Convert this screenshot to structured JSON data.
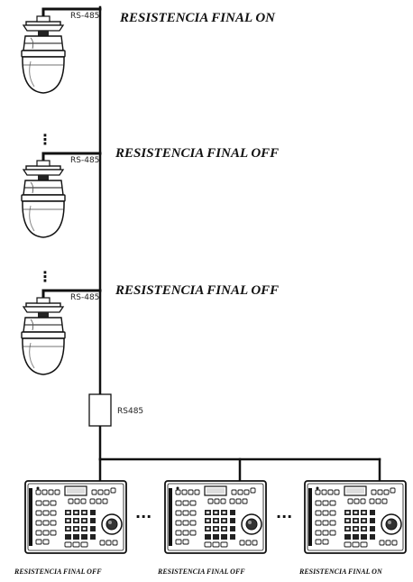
{
  "cameras": [
    {
      "port_label": "RS-485",
      "termination": "RESISTENCIA FINAL ON"
    },
    {
      "port_label": "RS-485",
      "termination": "RESISTENCIA FINAL OFF"
    },
    {
      "port_label": "RS-485",
      "termination": "RESISTENCIA FINAL OFF"
    }
  ],
  "converter": {
    "label": "RS485"
  },
  "keyboards": [
    {
      "termination": "RESISTENCIA FINAL OFF"
    },
    {
      "termination": "RESISTENCIA FINAL OFF"
    },
    {
      "termination": "RESISTENCIA FINAL ON"
    }
  ],
  "ellipsis": {
    "vertical": "⋮",
    "horizontal": "···"
  }
}
